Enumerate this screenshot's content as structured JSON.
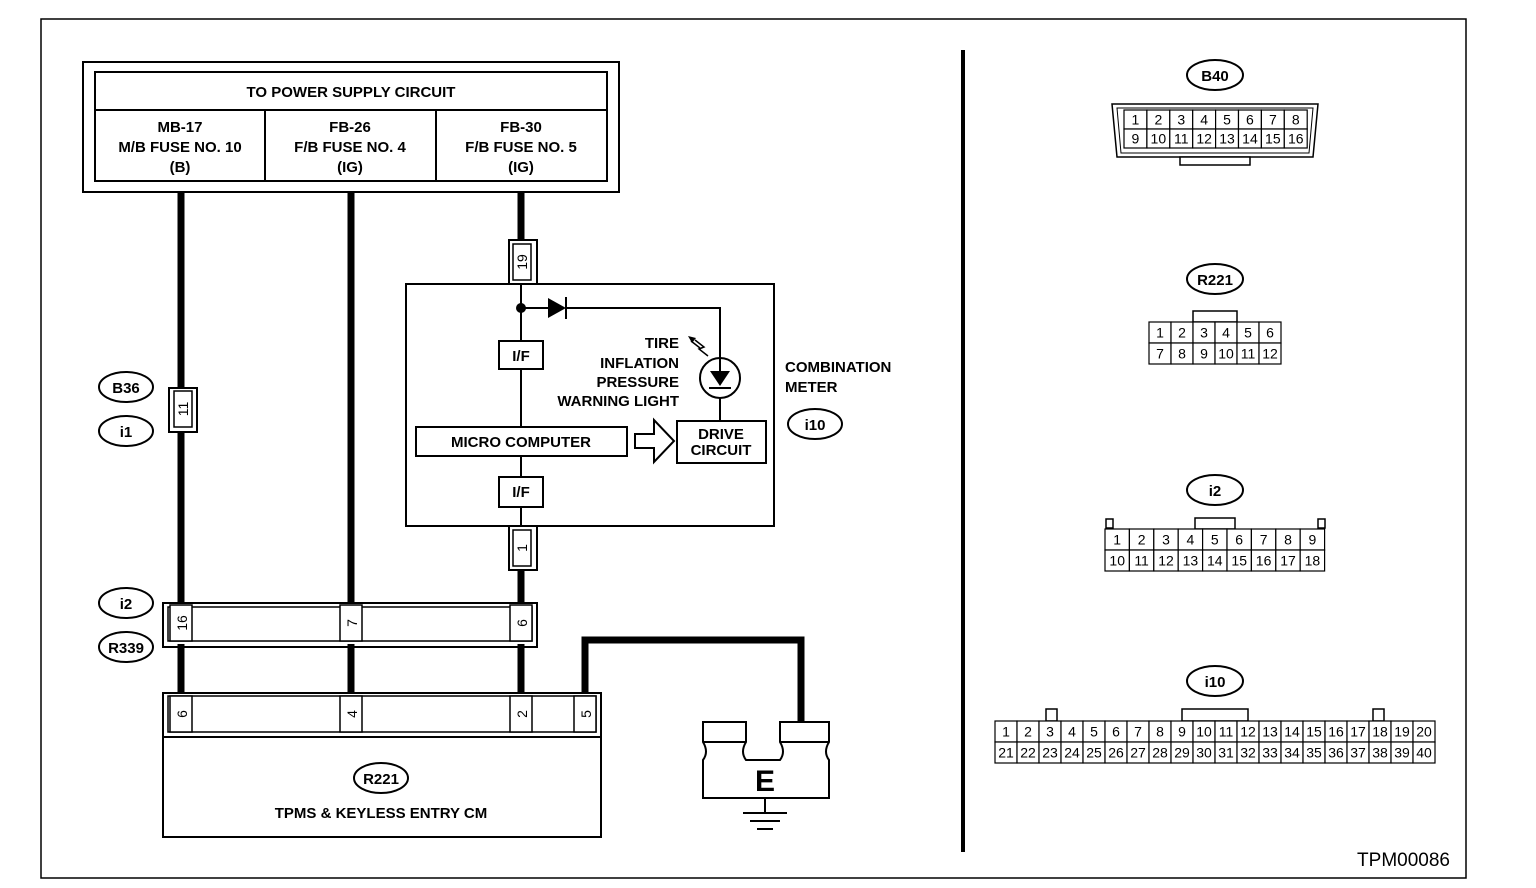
{
  "power_supply": {
    "title": "TO POWER SUPPLY CIRCUIT",
    "fuses": [
      {
        "line1": "MB-17",
        "line2": "M/B FUSE NO. 10",
        "line3": "(B)"
      },
      {
        "line1": "FB-26",
        "line2": "F/B FUSE NO. 4",
        "line3": "(IG)"
      },
      {
        "line1": "FB-30",
        "line2": "F/B FUSE NO. 5",
        "line3": "(IG)"
      }
    ]
  },
  "connector_tags": {
    "b36": "B36",
    "i1": "i1",
    "i2": "i2",
    "r339": "R339",
    "i10": "i10",
    "r221": "R221"
  },
  "pins": {
    "b36_i1": "11",
    "meter_top": "19",
    "meter_bottom": "1",
    "i2_1": "16",
    "i2_2": "7",
    "i2_3": "6",
    "cm_1": "6",
    "cm_2": "4",
    "cm_3": "2",
    "cm_4": "5"
  },
  "meter": {
    "if_top": "I/F",
    "if_bottom": "I/F",
    "micro": "MICRO COMPUTER",
    "drive_1": "DRIVE",
    "drive_2": "CIRCUIT",
    "light_1": "TIRE",
    "light_2": "INFLATION",
    "light_3": "PRESSURE",
    "light_4": "WARNING LIGHT",
    "label_1": "COMBINATION",
    "label_2": "METER"
  },
  "control_module": {
    "name": "TPMS & KEYLESS ENTRY CM"
  },
  "ground": {
    "label": "E"
  },
  "connector_views": {
    "b40": {
      "name": "B40",
      "row1": [
        "1",
        "2",
        "3",
        "4",
        "5",
        "6",
        "7",
        "8"
      ],
      "row2": [
        "9",
        "10",
        "11",
        "12",
        "13",
        "14",
        "15",
        "16"
      ]
    },
    "r221": {
      "name": "R221",
      "row1": [
        "1",
        "2",
        "3",
        "4",
        "5",
        "6"
      ],
      "row2": [
        "7",
        "8",
        "9",
        "10",
        "11",
        "12"
      ]
    },
    "i2": {
      "name": "i2",
      "row1": [
        "1",
        "2",
        "3",
        "4",
        "5",
        "6",
        "7",
        "8",
        "9"
      ],
      "row2": [
        "10",
        "11",
        "12",
        "13",
        "14",
        "15",
        "16",
        "17",
        "18"
      ]
    },
    "i10": {
      "name": "i10",
      "row1": [
        "1",
        "2",
        "3",
        "4",
        "5",
        "6",
        "7",
        "8",
        "9",
        "10",
        "11",
        "12",
        "13",
        "14",
        "15",
        "16",
        "17",
        "18",
        "19",
        "20"
      ],
      "row2": [
        "21",
        "22",
        "23",
        "24",
        "25",
        "26",
        "27",
        "28",
        "29",
        "30",
        "31",
        "32",
        "33",
        "34",
        "35",
        "36",
        "37",
        "38",
        "39",
        "40"
      ]
    }
  },
  "figure_code": "TPM00086"
}
